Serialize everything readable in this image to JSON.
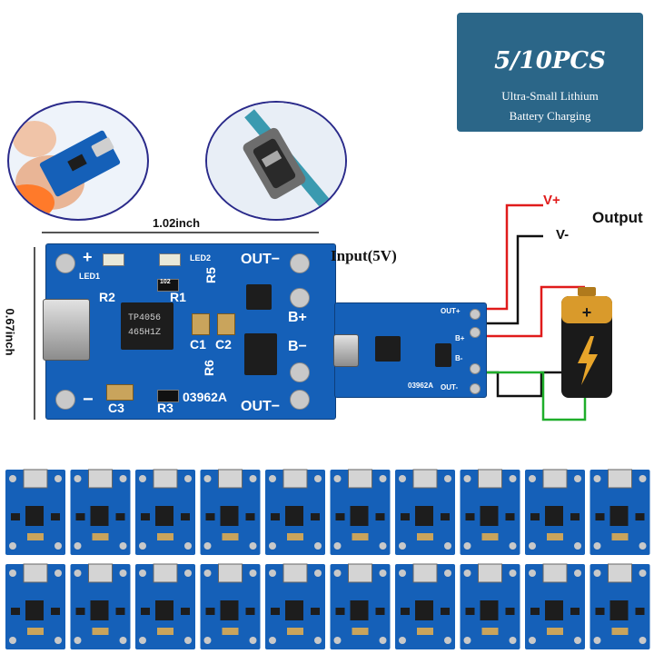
{
  "promo_badge": {
    "title": "5/10PCS",
    "subtitle_line1": "Ultra-Small Lithium",
    "subtitle_line2": "Battery Charging"
  },
  "dimensions": {
    "width": "1.02inch",
    "height": "0.67inch"
  },
  "board_labels": {
    "plus": "+",
    "minus": "−",
    "led1": "LED1",
    "led2": "LED2",
    "r2": "R2",
    "r1": "R1",
    "r5": "R5",
    "r6": "R6",
    "r3": "R3",
    "c1": "C1",
    "c2": "C2",
    "c3": "C3",
    "out_minus": "OUT−",
    "out_minus_bottom": "OUT−",
    "b_plus": "B+",
    "b_minus": "B−",
    "chip": "TP4056",
    "chip_code": "465H1Z",
    "board_code": "03962A",
    "res_102": "102"
  },
  "wiring": {
    "input_label": "Input(5V)",
    "v_plus": "V+",
    "v_minus": "V-",
    "output_label": "Output",
    "small_out_plus": "OUT+",
    "small_out_minus": "OUT-",
    "small_b_plus": "B+",
    "small_b_minus": "B-",
    "small_code": "03962A"
  },
  "colors": {
    "badge_bg": "#2b6688",
    "pcb_blue": "#1560b8",
    "wire_red": "#e01b1b",
    "wire_black": "#111111",
    "wire_green": "#1fae2a",
    "battery_gold": "#d99a2b"
  },
  "grid": {
    "rows": 2,
    "columns": 10
  }
}
